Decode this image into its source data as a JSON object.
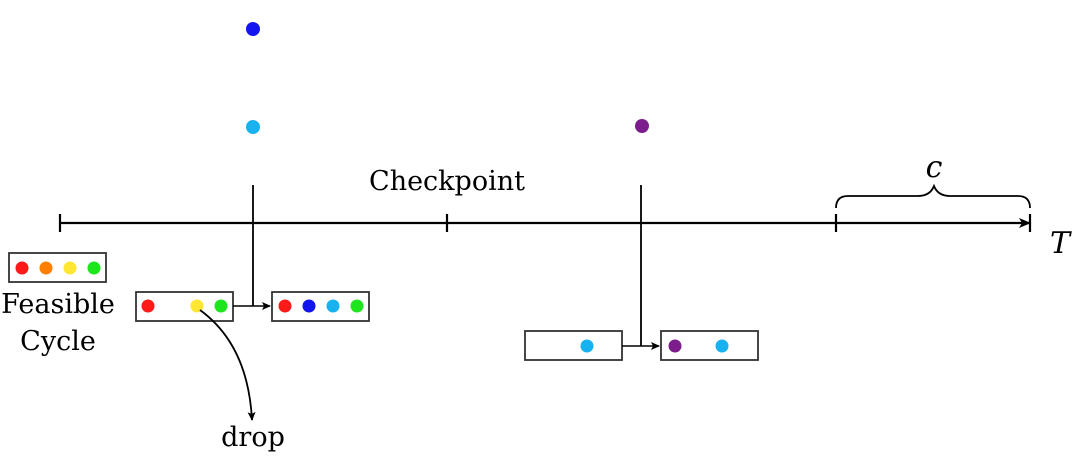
{
  "labels": {
    "checkpoint": "Checkpoint",
    "feasible_line1": "Feasible",
    "feasible_line2": "Cycle",
    "drop": "drop",
    "axis_end": "T",
    "cycle_length": "c"
  },
  "colors": {
    "red": "#ff1a1a",
    "orange": "#ff8000",
    "yellow": "#ffe633",
    "green": "#1ee61e",
    "blue": "#1414f0",
    "cyan": "#19b2f0",
    "purple": "#7d1c8c",
    "stroke": "#000000",
    "box_stroke": "#333333"
  },
  "boxes": {
    "feasible_cycle": [
      "red",
      "orange",
      "yellow",
      "green"
    ],
    "before_checkpoint_1": [
      "red",
      "empty",
      "yellow",
      "green"
    ],
    "after_checkpoint_1": [
      "red",
      "blue",
      "cyan",
      "green"
    ],
    "before_checkpoint_2": [
      "empty",
      "cyan"
    ],
    "after_checkpoint_2": [
      "purple",
      "cyan"
    ]
  },
  "arrivals": {
    "checkpoint_1": [
      "blue",
      "cyan"
    ],
    "checkpoint_2": [
      "purple"
    ]
  },
  "dropped": "yellow"
}
